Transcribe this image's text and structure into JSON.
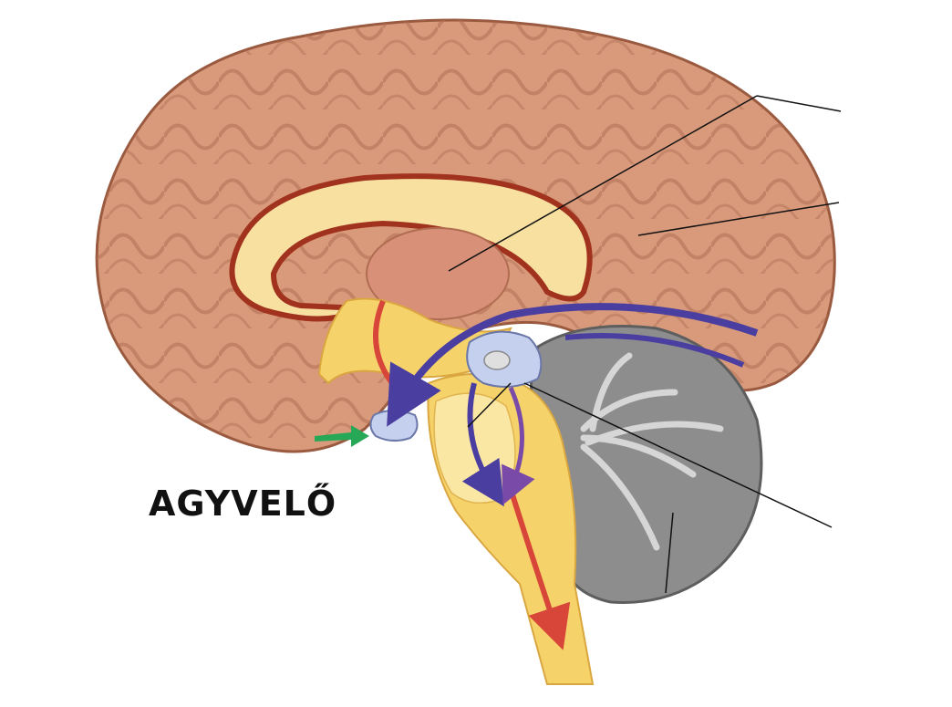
{
  "diagram": {
    "title": "AGYVELŐ",
    "colors": {
      "cortex": "#d99a7c",
      "cortex_dark": "#b06d52",
      "cortex_light": "#ecb79b",
      "corpus_callosum": "#f7e0a0",
      "callosum_rim": "#a0321e",
      "thalamus": "#d99078",
      "brainstem": "#f6d36a",
      "brainstem_light": "#fbe7a4",
      "cerebellum": "#8d8d8d",
      "cerebellum_light": "#d6d6d6",
      "pituitary": "#c5d0ee",
      "pathway_blue": "#4a3ea0",
      "pathway_purple": "#7a4aa8",
      "pathway_red": "#d8463a",
      "arrow_green": "#27a856",
      "leader_line": "#111111"
    },
    "label_lines": [
      {
        "target": "thalamus"
      },
      {
        "target": "cerebral-cortex"
      },
      {
        "target": "brainstem"
      },
      {
        "target": "cerebellum"
      }
    ]
  }
}
